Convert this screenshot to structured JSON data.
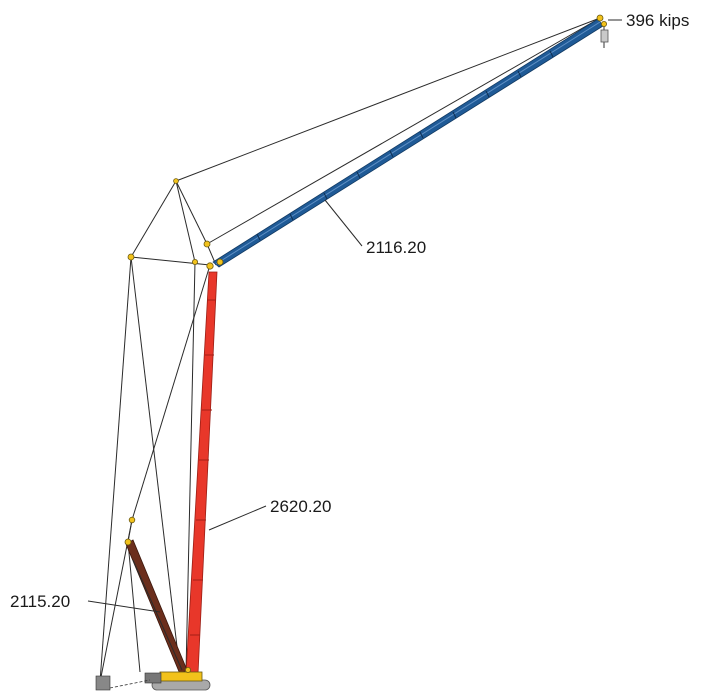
{
  "labels": {
    "load": "396 kips",
    "luffing_jib": "2116.20",
    "main_boom": "2620.20",
    "derrick_boom": "2115.20"
  },
  "colors": {
    "luffing_jib": "#1f5a96",
    "main_boom": "#e8372a",
    "derrick_boom": "#6b2e1c",
    "pins": "#f2c21b",
    "rigging": "#2b2b2b",
    "crawler": "#f2c21b"
  }
}
